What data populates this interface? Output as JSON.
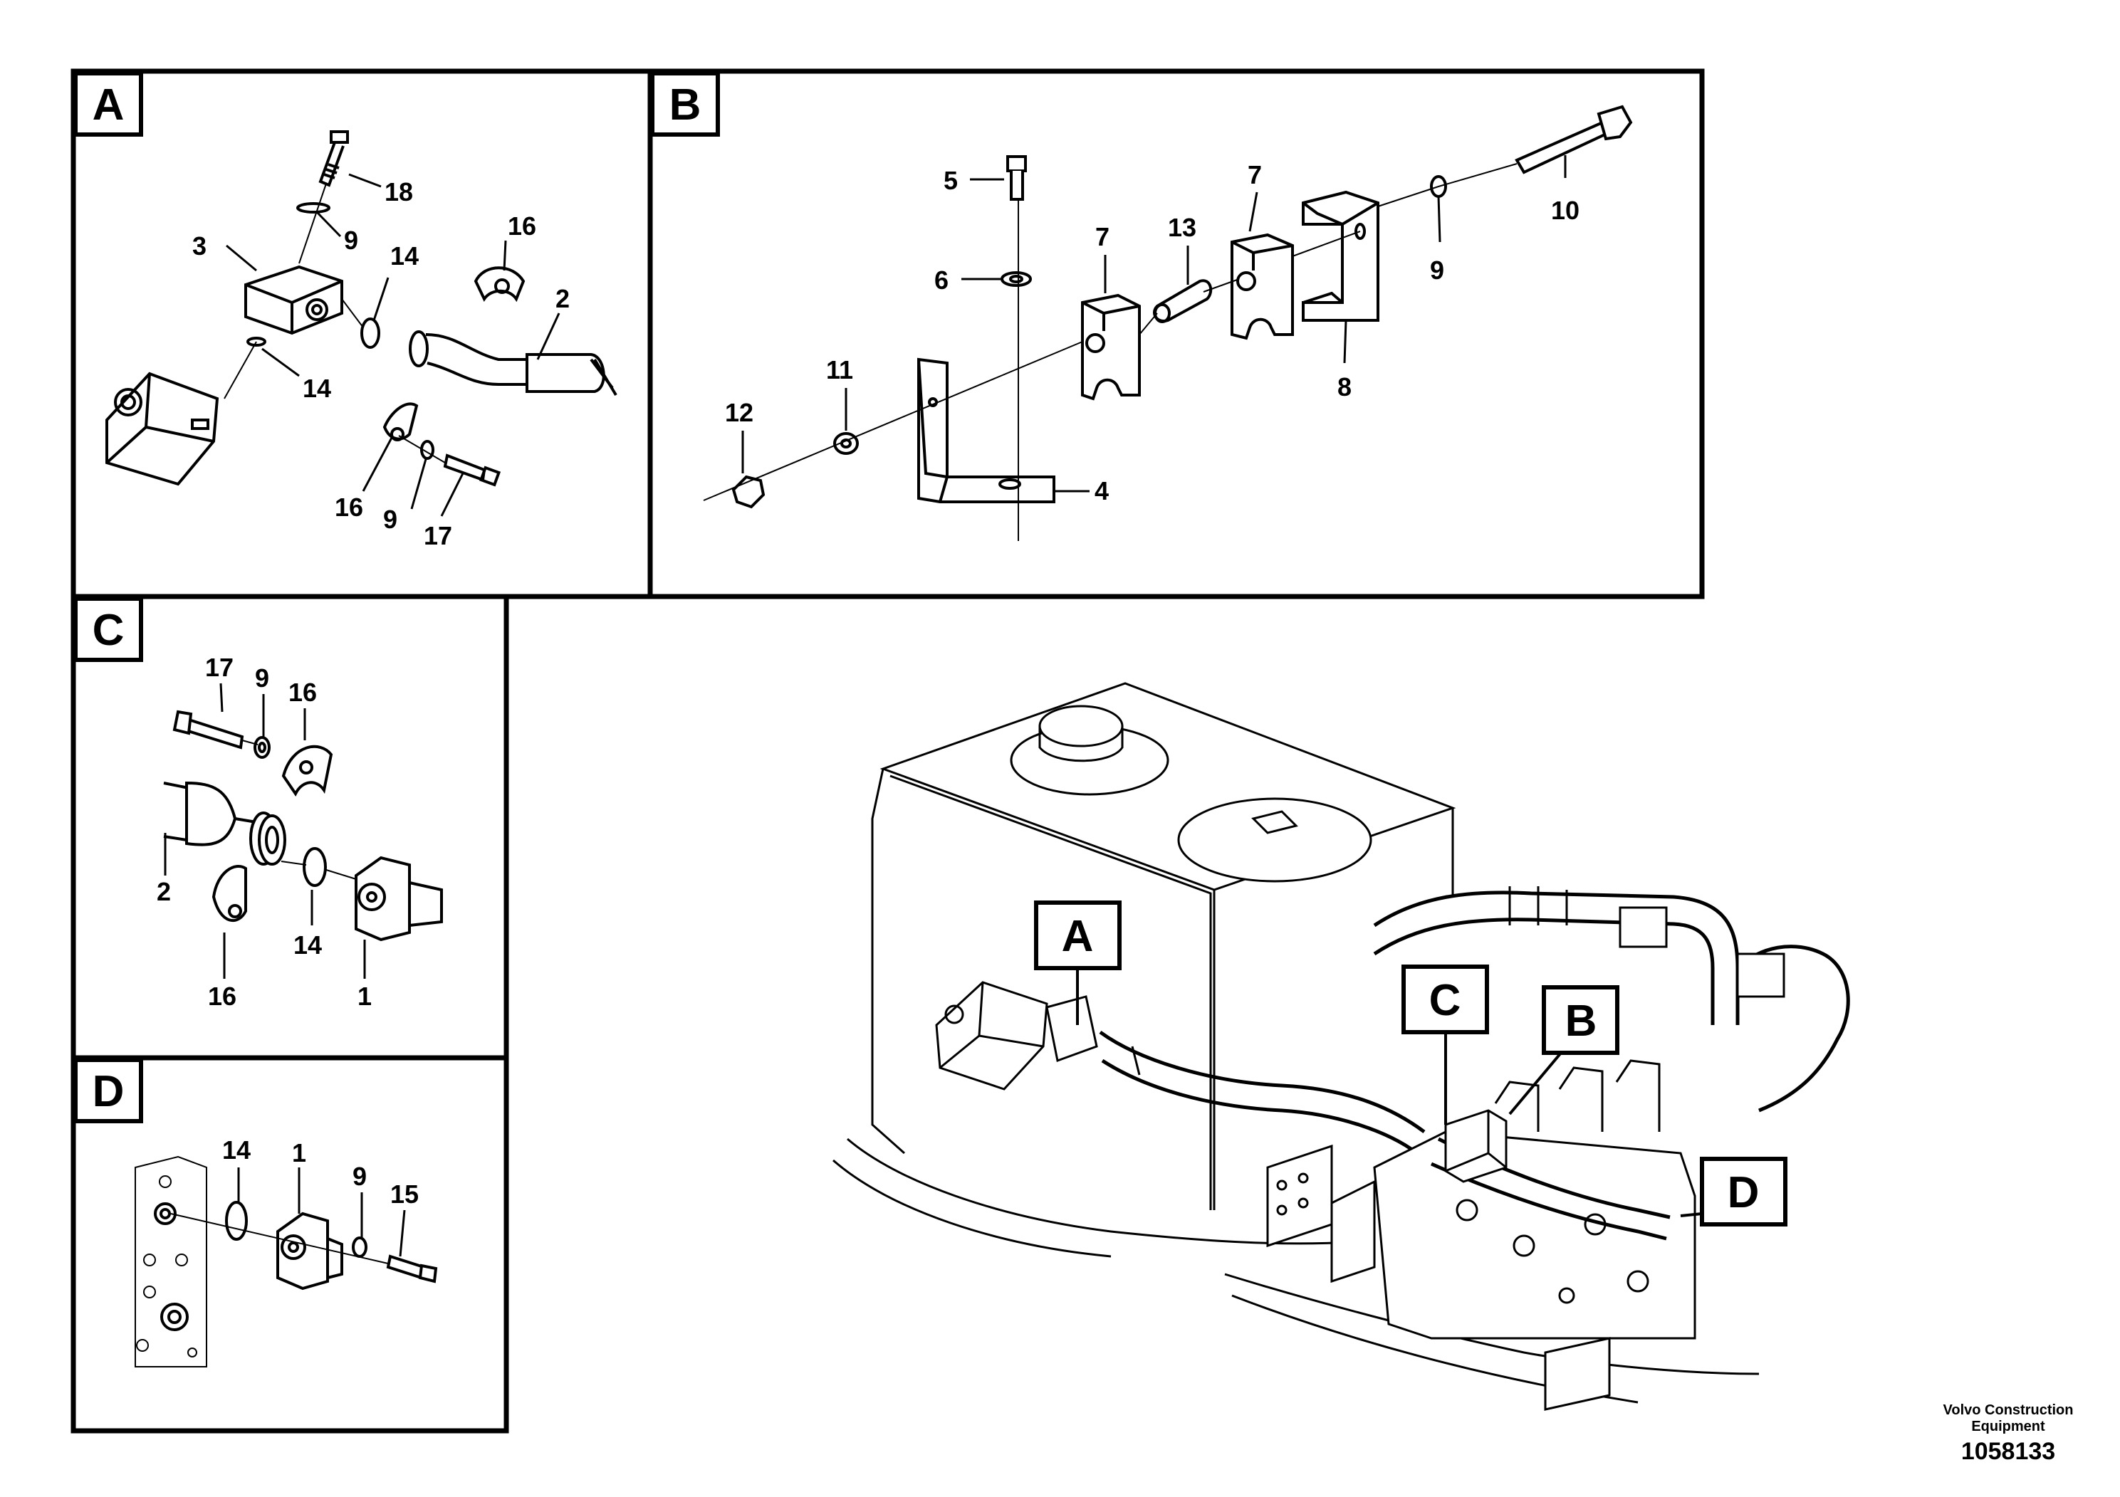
{
  "panels": {
    "a": {
      "letter": "A",
      "labels": {
        "l18": "18",
        "l3": "3",
        "l9a": "9",
        "l14a": "14",
        "l16a": "16",
        "l2": "2",
        "l14b": "14",
        "l16b": "16",
        "l9b": "9",
        "l17": "17"
      }
    },
    "b": {
      "letter": "B",
      "labels": {
        "l5": "5",
        "l6": "6",
        "l7a": "7",
        "l13": "13",
        "l7b": "7",
        "l9": "9",
        "l10": "10",
        "l8": "8",
        "l11": "11",
        "l12": "12",
        "l4": "4"
      }
    },
    "c": {
      "letter": "C",
      "labels": {
        "l17": "17",
        "l9": "9",
        "l16a": "16",
        "l2": "2",
        "l14": "14",
        "l16b": "16",
        "l1": "1"
      }
    },
    "d": {
      "letter": "D",
      "labels": {
        "l14": "14",
        "l1": "1",
        "l9": "9",
        "l15": "15"
      }
    }
  },
  "overview": {
    "callouts": {
      "a": "A",
      "b": "B",
      "c": "C",
      "d": "D"
    }
  },
  "footer": {
    "line1": "Volvo Construction",
    "line2": "Equipment",
    "figure_number": "1058133"
  }
}
